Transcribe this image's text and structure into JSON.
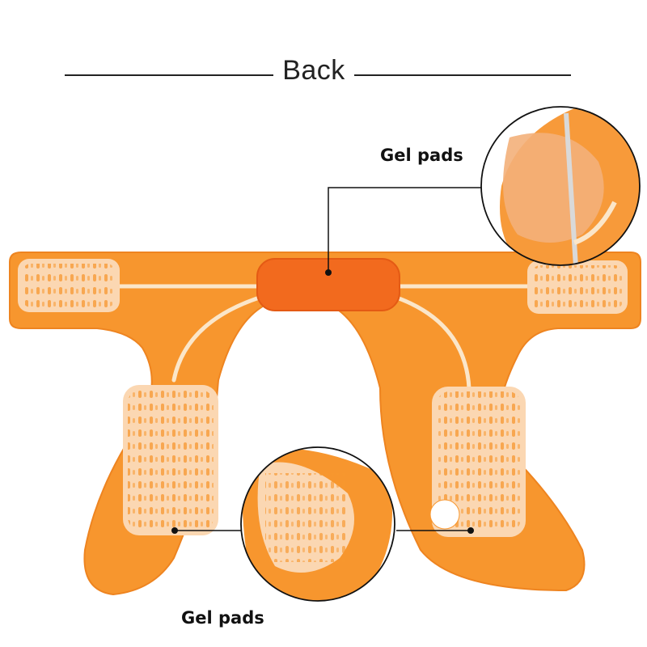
{
  "header": {
    "title": "Back"
  },
  "callouts": {
    "top_label": "Gel pads",
    "bottom_label": "Gel pads"
  },
  "colors": {
    "pad_body": "#f7962e",
    "pad_edge": "#ee8420",
    "gel_pad": "#fbd7b2",
    "wire": "#fbe6c9",
    "center_module": "#f26a1e",
    "leader_line": "#111111"
  }
}
